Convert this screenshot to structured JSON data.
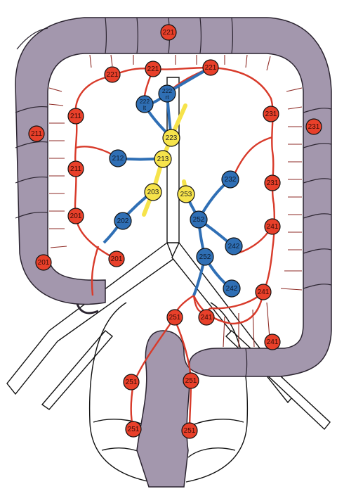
{
  "colors": {
    "colon": "#a397ad",
    "artery": "#d83a2a",
    "red_node": "#e8402a",
    "blue_node": "#2f6fb5",
    "yellow_node": "#f6e34b",
    "vessel_line": "#8e2a24",
    "outline": "#111111"
  },
  "nodes": [
    {
      "id": "n221a",
      "label": "221",
      "group": "red"
    },
    {
      "id": "n221b",
      "label": "221",
      "group": "red"
    },
    {
      "id": "n221c",
      "label": "221",
      "group": "red"
    },
    {
      "id": "n221d",
      "label": "221",
      "group": "red"
    },
    {
      "id": "n211a",
      "label": "211",
      "group": "red"
    },
    {
      "id": "n211b",
      "label": "211",
      "group": "red"
    },
    {
      "id": "n211c",
      "label": "211",
      "group": "red"
    },
    {
      "id": "n201a",
      "label": "201",
      "group": "red"
    },
    {
      "id": "n201b",
      "label": "201",
      "group": "red"
    },
    {
      "id": "n201c",
      "label": "201",
      "group": "red"
    },
    {
      "id": "n231a",
      "label": "231",
      "group": "red"
    },
    {
      "id": "n231b",
      "label": "231",
      "group": "red"
    },
    {
      "id": "n231c",
      "label": "231",
      "group": "red"
    },
    {
      "id": "n241a",
      "label": "241",
      "group": "red"
    },
    {
      "id": "n241b",
      "label": "241",
      "group": "red"
    },
    {
      "id": "n241c",
      "label": "241",
      "group": "red"
    },
    {
      "id": "n241d",
      "label": "241",
      "group": "red"
    },
    {
      "id": "n251a",
      "label": "251",
      "group": "red"
    },
    {
      "id": "n251b",
      "label": "251",
      "group": "red"
    },
    {
      "id": "n251c",
      "label": "251",
      "group": "red"
    },
    {
      "id": "n251d",
      "label": "251",
      "group": "red"
    },
    {
      "id": "n251e",
      "label": "251",
      "group": "red"
    },
    {
      "id": "n222lt",
      "label": "222 lt",
      "group": "blue"
    },
    {
      "id": "n222rt",
      "label": "222 rt",
      "group": "blue"
    },
    {
      "id": "n212",
      "label": "212",
      "group": "blue"
    },
    {
      "id": "n202",
      "label": "202",
      "group": "blue"
    },
    {
      "id": "n232",
      "label": "232",
      "group": "blue"
    },
    {
      "id": "n242a",
      "label": "242",
      "group": "blue"
    },
    {
      "id": "n242b",
      "label": "242",
      "group": "blue"
    },
    {
      "id": "n252a",
      "label": "252",
      "group": "blue"
    },
    {
      "id": "n252b",
      "label": "252",
      "group": "blue"
    },
    {
      "id": "n223",
      "label": "223",
      "group": "yellow"
    },
    {
      "id": "n213",
      "label": "213",
      "group": "yellow"
    },
    {
      "id": "n203",
      "label": "203",
      "group": "yellow"
    },
    {
      "id": "n253",
      "label": "253",
      "group": "yellow"
    }
  ]
}
